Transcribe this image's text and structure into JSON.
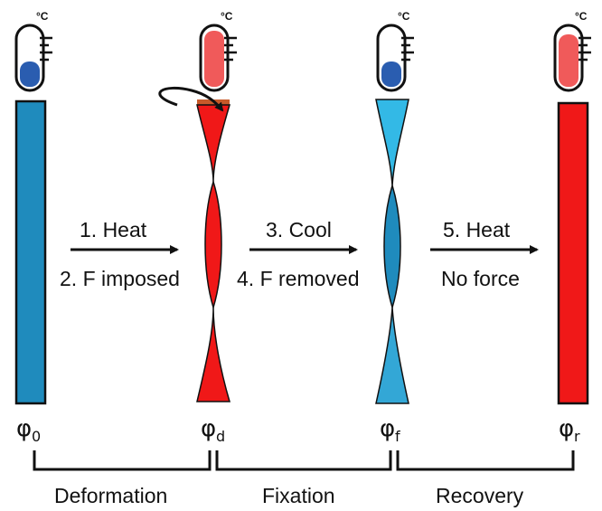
{
  "colors": {
    "blue": "#1f8bbd",
    "light_blue": "#33b9e6",
    "red": "#f01818",
    "thermo_red": "#f05a5a",
    "thermo_blue": "#2a5db0",
    "outline": "#111111"
  },
  "thermometer_unit": "°C",
  "states": [
    {
      "symbol": "φ",
      "subscript": "0",
      "temperature": "cold"
    },
    {
      "symbol": "φ",
      "subscript": "d",
      "temperature": "hot"
    },
    {
      "symbol": "φ",
      "subscript": "f",
      "temperature": "cold"
    },
    {
      "symbol": "φ",
      "subscript": "r",
      "temperature": "hot"
    }
  ],
  "steps": [
    {
      "top": "1. Heat",
      "bottom": "2. F imposed"
    },
    {
      "top": "3. Cool",
      "bottom": "4. F removed"
    },
    {
      "top": "5. Heat",
      "bottom": "No force"
    }
  ],
  "phases": [
    "Deformation",
    "Fixation",
    "Recovery"
  ]
}
